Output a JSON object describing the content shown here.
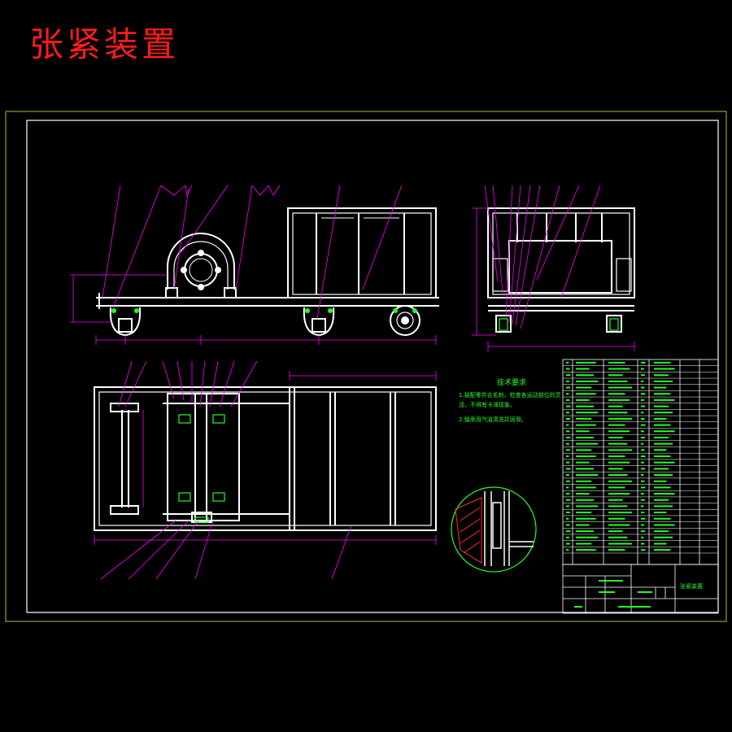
{
  "title": "张紧装置",
  "tech_requirements": {
    "heading": "技术要求",
    "items": [
      "1.装配零件去毛刺，检查各运动部位的灵活，不得有卡滞现象。",
      "2.轴承用汽油清洗并润滑。"
    ]
  },
  "title_block": {
    "drawing_name": "张紧装置"
  },
  "colors": {
    "background": "#000000",
    "title": "#ff1a1a",
    "drawing_lines": "#ffffff",
    "leaders": "#ff00ff",
    "text_green": "#22ff22",
    "border_frame": "#9acd32",
    "section_hatch": "#ff3030",
    "detail_circle": "#22ff22"
  }
}
